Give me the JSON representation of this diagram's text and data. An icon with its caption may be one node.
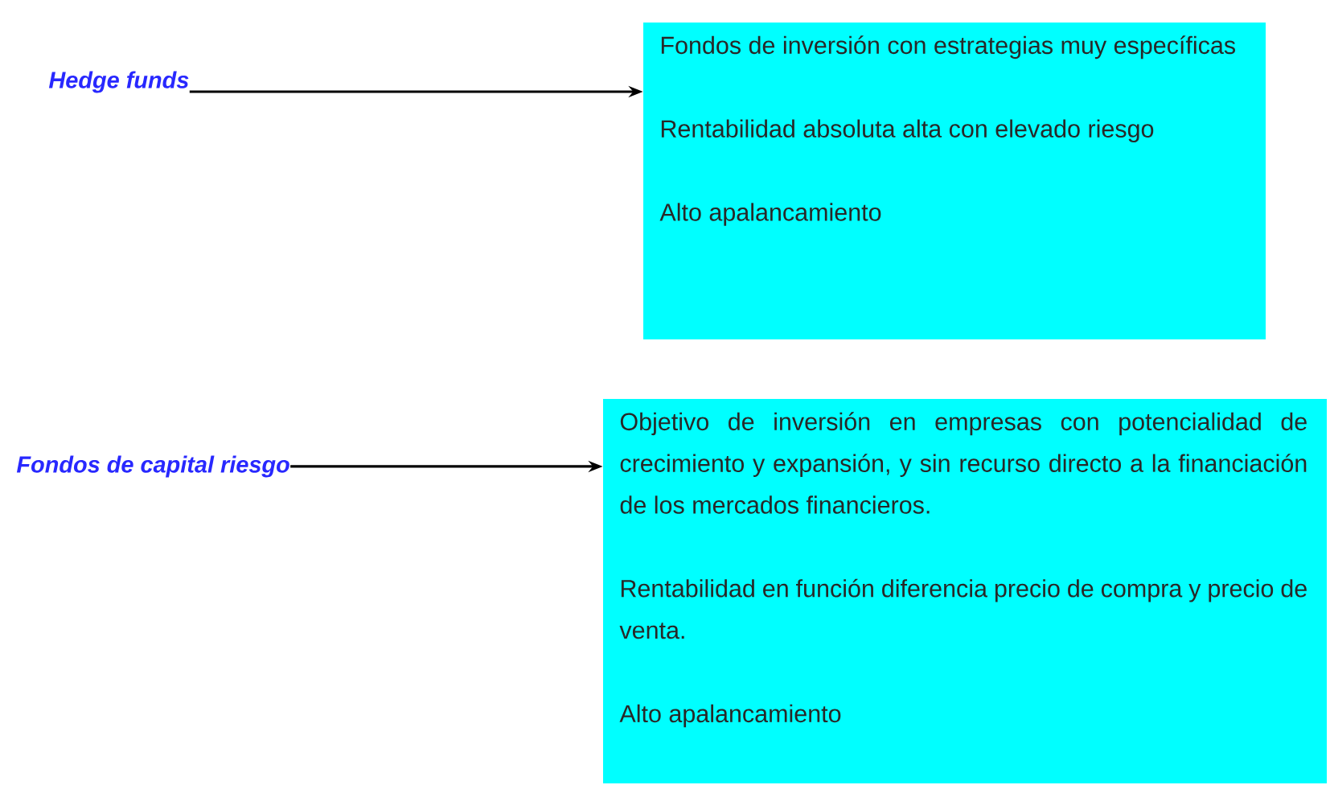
{
  "diagram": {
    "nodes": [
      {
        "text": [
          "Hedge funds"
        ]
      },
      {
        "text": [
          "Fondos de inversión con estrategias muy específicas",
          "Rentabilidad absoluta alta con elevado riesgo",
          "Alto apalancamiento"
        ]
      },
      {
        "text": [
          "Fondos de capital riesgo"
        ]
      },
      {
        "text": [
          "Objetivo de inversión en empresas con potencialidad de crecimiento y expansión, y sin recurso directo a la financiación de los mercados financieros.",
          "Rentabilidad en función diferencia precio de compra y precio de venta.",
          "Alto apalancamiento"
        ]
      }
    ],
    "edges": [
      {
        "from": 0,
        "to": 1,
        "arrow": "to"
      },
      {
        "from": 2,
        "to": 3,
        "arrow": "to"
      }
    ]
  }
}
